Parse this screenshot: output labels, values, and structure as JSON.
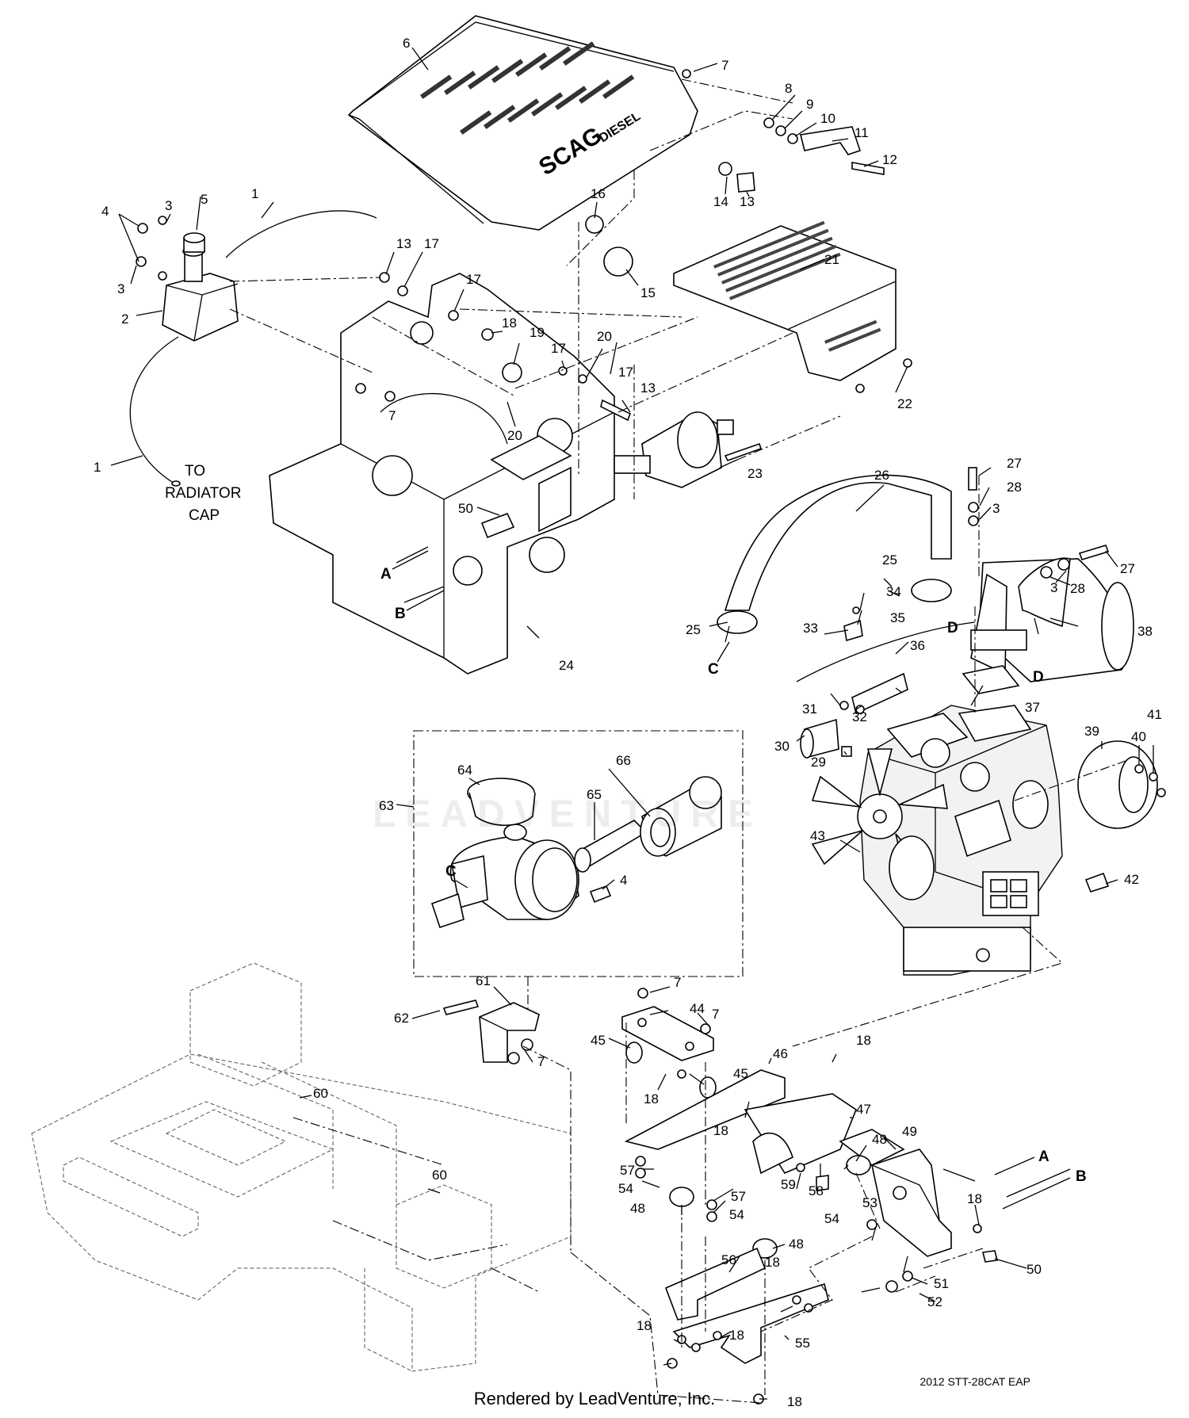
{
  "callouts": [
    "1",
    "2",
    "3",
    "4",
    "5",
    "6",
    "7",
    "8",
    "9",
    "10",
    "11",
    "12",
    "13",
    "14",
    "15",
    "16",
    "17",
    "18",
    "19",
    "20",
    "21",
    "22",
    "23",
    "24",
    "25",
    "26",
    "27",
    "28",
    "29",
    "30",
    "31",
    "32",
    "33",
    "34",
    "35",
    "36",
    "37",
    "38",
    "39",
    "40",
    "41",
    "42",
    "43",
    "44",
    "45",
    "46",
    "47",
    "48",
    "49",
    "50",
    "51",
    "52",
    "53",
    "54",
    "55",
    "56",
    "57",
    "58",
    "59",
    "60",
    "61",
    "62",
    "63",
    "64",
    "65",
    "66"
  ],
  "connector_letters": [
    "A",
    "B",
    "C",
    "D"
  ],
  "notes": {
    "to_radiator_line1": "TO",
    "to_radiator_line2": "RADIATOR",
    "to_radiator_line3": "CAP"
  },
  "cover_brand": "SCAG",
  "cover_sub": "DIESEL",
  "drawing_code": "2012 STT-28CAT EAP",
  "footer": "Rendered by LeadVenture, Inc.",
  "watermark": "LEADVENTURE"
}
